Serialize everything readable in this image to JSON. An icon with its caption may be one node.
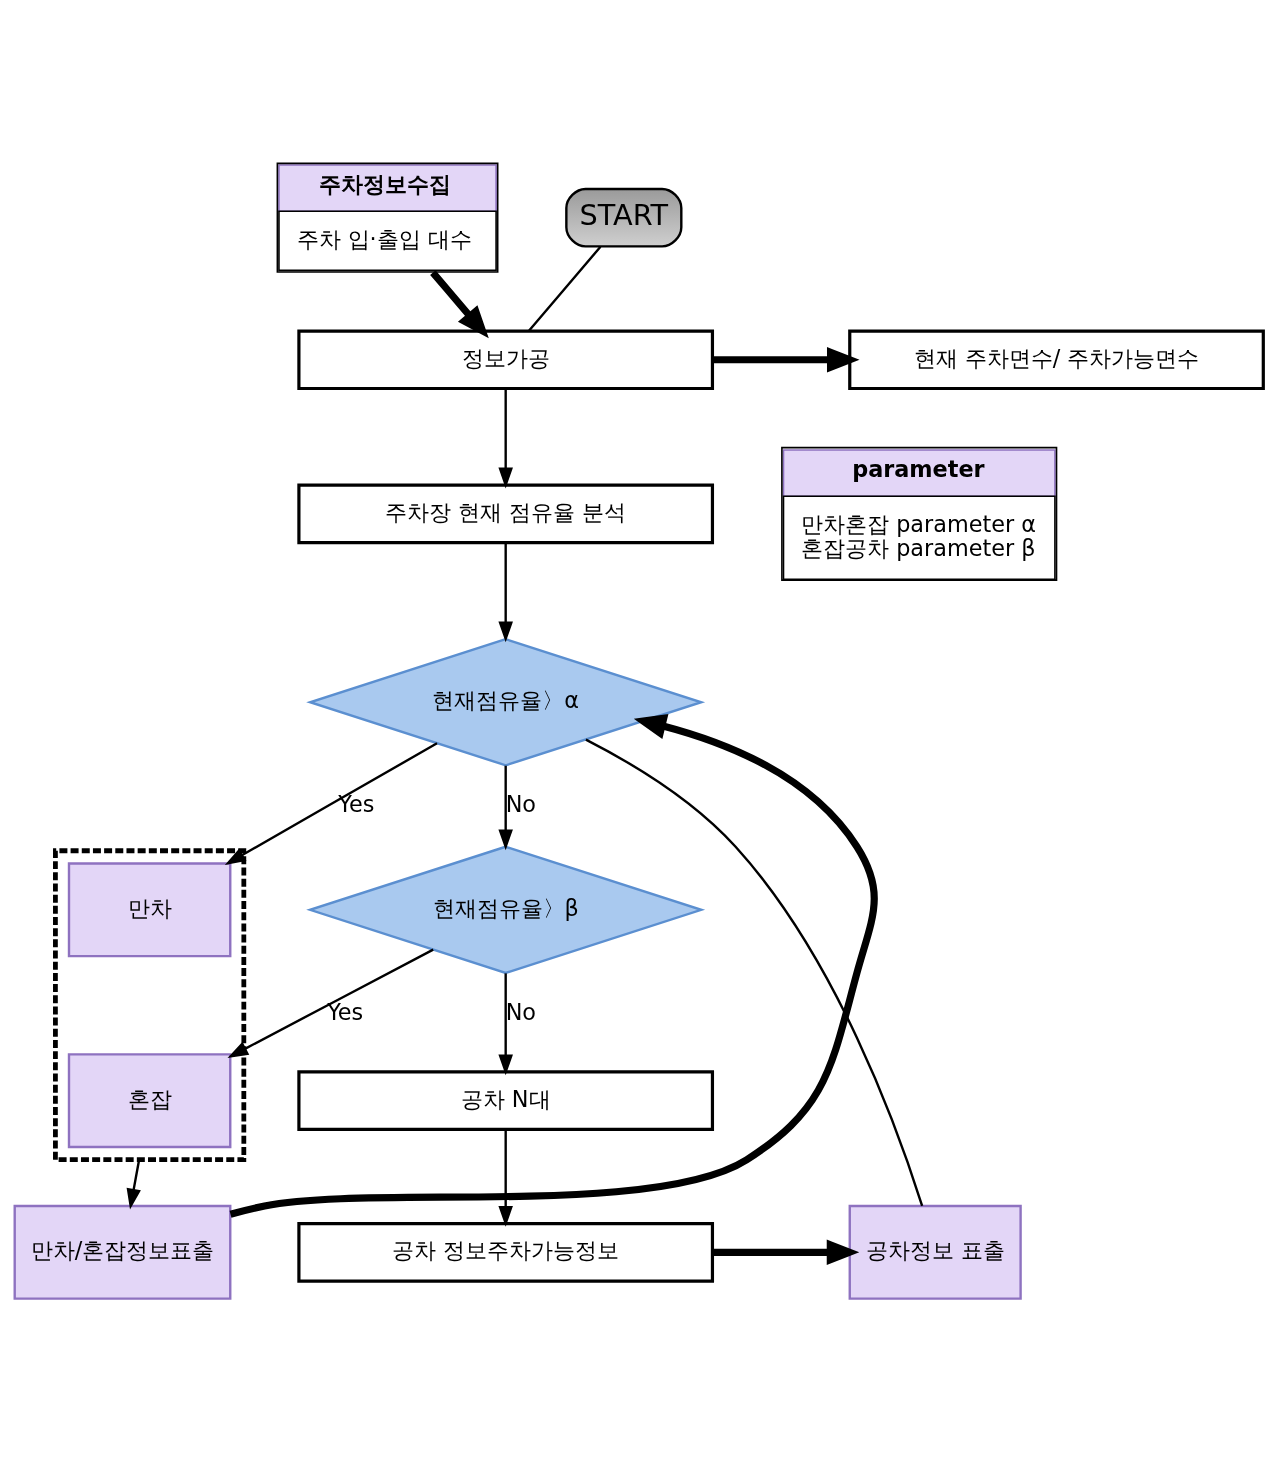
{
  "diagram": {
    "nodes": [
      {
        "text": [
          "주차정보수집",
          "주차 입·출입 대수"
        ]
      },
      {
        "text": [
          "START"
        ]
      },
      {
        "text": [
          "정보가공"
        ]
      },
      {
        "text": [
          "현재 주차면수/ 주차가능면수"
        ]
      },
      {
        "text": [
          "주차장 현재 점유율 분석"
        ]
      },
      {
        "text": [
          "parameter",
          "만차혼잡 parameter α",
          "혼잡공차 parameter β"
        ]
      },
      {
        "text": [],
        "shape": "box"
      },
      {
        "text": [
          "만차"
        ],
        "in": 6
      },
      {
        "text": [
          "현재점유율〉α"
        ]
      },
      {
        "text": [
          "혼잡"
        ],
        "in": 6
      },
      {
        "text": [
          "현재점유율〉β"
        ]
      },
      {
        "text": [
          "공차 N대"
        ]
      },
      {
        "text": [
          "만차/혼잡정보표출"
        ]
      },
      {
        "text": [
          "공차 정보주차가능정보"
        ]
      },
      {
        "text": [
          "공차정보 표출"
        ]
      }
    ],
    "edges": [
      {
        "from": 0,
        "to": 2,
        "arrow": "to",
        "style": "thick"
      },
      {
        "from": 1,
        "to": 2,
        "arrow": "none"
      },
      {
        "from": 2,
        "to": 3,
        "arrow": "to",
        "style": "thick"
      },
      {
        "from": 2,
        "to": 4,
        "arrow": "to"
      },
      {
        "from": 4,
        "to": 8,
        "arrow": "to"
      },
      {
        "from": 12,
        "to": 8,
        "arrow": "to",
        "style": "thick"
      },
      {
        "from": 8,
        "to": 7,
        "label": "Yes",
        "arrow": "to"
      },
      {
        "from": 8,
        "to": 10,
        "label": "No",
        "arrow": "to"
      },
      {
        "from": 10,
        "to": 9,
        "label": "Yes",
        "arrow": "to"
      },
      {
        "from": 10,
        "to": 11,
        "label": "No",
        "arrow": "to"
      },
      {
        "from": 8,
        "to": 14,
        "arrow": "none"
      },
      {
        "from": 6,
        "to": 12,
        "arrow": "to"
      },
      {
        "from": 11,
        "to": 13,
        "arrow": "to"
      },
      {
        "from": 13,
        "to": 14,
        "arrow": "to",
        "style": "thick"
      }
    ]
  }
}
